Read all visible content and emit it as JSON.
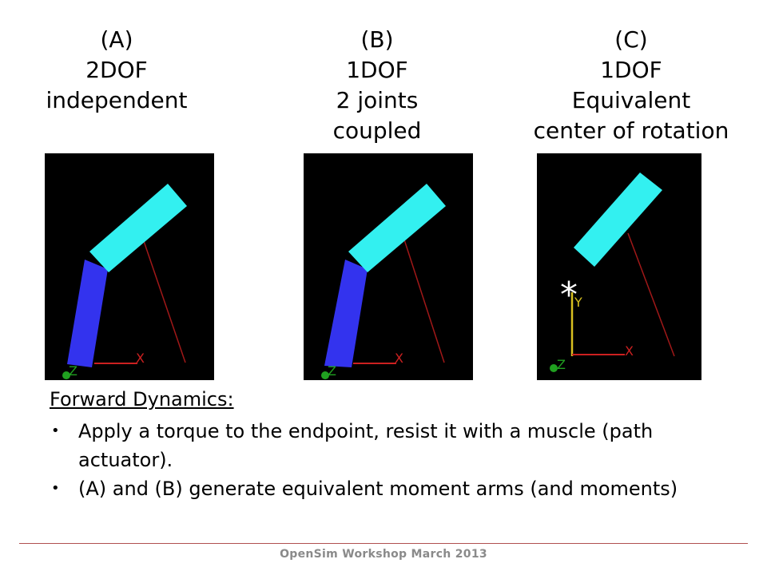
{
  "captions": {
    "a": {
      "line1": "(A)",
      "line2": "2DOF",
      "line3": "independent"
    },
    "b": {
      "line1": "(B)",
      "line2": "1DOF",
      "line3": "2 joints",
      "line4": "coupled"
    },
    "c": {
      "line1": "(C)",
      "line2": "1DOF",
      "line3": "Equivalent",
      "line4": "center of rotation"
    }
  },
  "axes": {
    "x_label": "X",
    "y_label": "Y",
    "z_label": "Z"
  },
  "marker": "*",
  "colors": {
    "upper_segment": "#33f0f0",
    "lower_segment": "#3333ee",
    "muscle": "#a01818",
    "x_axis": "#cc2020",
    "y_axis": "#d8c020",
    "z_axis": "#20a020"
  },
  "forward_dynamics": {
    "heading": "Forward Dynamics:",
    "bullets": [
      "Apply a torque to the endpoint, resist it with a muscle (path actuator).",
      "(A) and (B) generate equivalent moment arms (and moments)"
    ]
  },
  "footer": "OpenSim Workshop March 2013"
}
